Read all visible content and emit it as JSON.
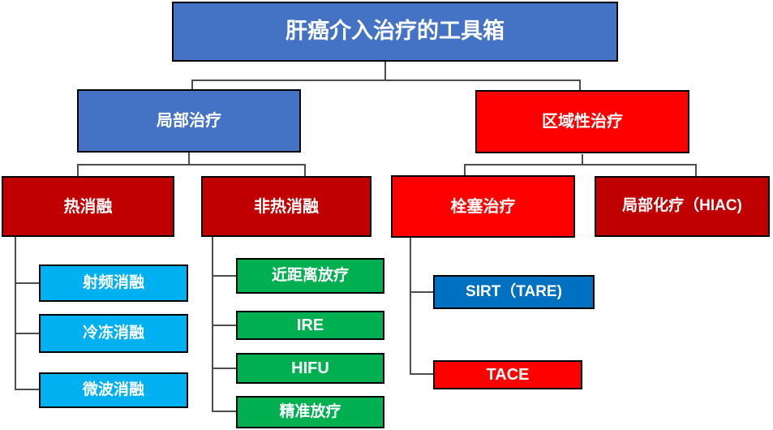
{
  "diagram": {
    "type": "org-chart-tree",
    "title": "肝癌介入治疗的工具箱",
    "hierarchy": {
      "肝癌介入治疗的工具箱": {
        "局部治疗": {
          "热消融": [
            "射频消融",
            "冷冻消融",
            "微波消融"
          ],
          "非热消融": [
            "近距离放疗",
            "IRE",
            "HIFU",
            "精准放疗"
          ]
        },
        "区域性治疗": {
          "栓塞治疗": [
            "SIRT（TARE)",
            "TACE"
          ],
          "局部化疗（HIAC)": []
        }
      }
    }
  },
  "palette": {
    "theme_blue": "#4472C4",
    "bright_red": "#FF0000",
    "dark_red": "#C00000",
    "cyan_blue": "#00B0F0",
    "green": "#00B050",
    "medium_blue": "#0070C0",
    "text_color": "#FFFFFF",
    "border_color": "#000000",
    "connector_color": "#4D4D4D"
  },
  "nodes": {
    "root": {
      "label": "肝癌介入治疗的工具箱",
      "fill": "#4472C4"
    },
    "local": {
      "label": "局部治疗",
      "fill": "#4472C4"
    },
    "regional": {
      "label": "区域性治疗",
      "fill": "#FF0000"
    },
    "thermal": {
      "label": "热消融",
      "fill": "#C00000"
    },
    "nonthermal": {
      "label": "非热消融",
      "fill": "#C00000"
    },
    "embolization": {
      "label": "栓塞治疗",
      "fill": "#FF0000"
    },
    "chemo": {
      "label": "局部化疗（HIAC)",
      "fill": "#C00000"
    },
    "rfa": {
      "label": "射频消融",
      "fill": "#00B0F0"
    },
    "cryo": {
      "label": "冷冻消融",
      "fill": "#00B0F0"
    },
    "microwave": {
      "label": "微波消融",
      "fill": "#00B0F0"
    },
    "brachy": {
      "label": "近距离放疗",
      "fill": "#00B050"
    },
    "ire": {
      "label": "IRE",
      "fill": "#00B050"
    },
    "hifu": {
      "label": "HIFU",
      "fill": "#00B050"
    },
    "precision": {
      "label": "精准放疗",
      "fill": "#00B050"
    },
    "sirt": {
      "label": "SIRT（TARE)",
      "fill": "#0070C0"
    },
    "tace": {
      "label": "TACE",
      "fill": "#FF0000"
    }
  }
}
